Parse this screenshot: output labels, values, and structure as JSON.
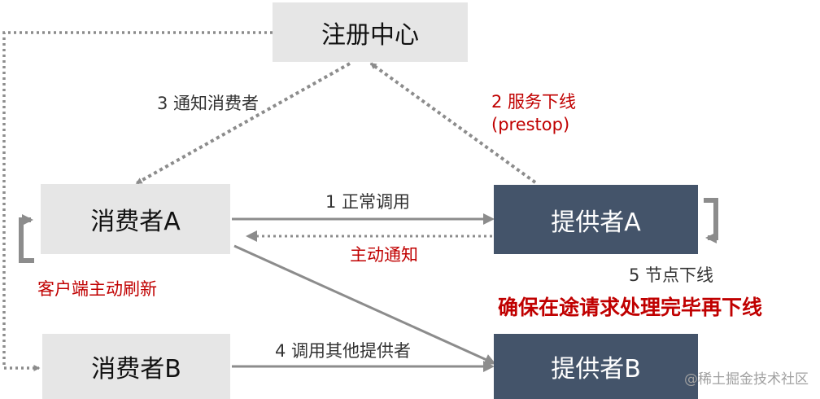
{
  "nodes": {
    "registry": "注册中心",
    "consumer_a": "消费者A",
    "consumer_b": "消费者B",
    "provider_a": "提供者A",
    "provider_b": "提供者B"
  },
  "edges": {
    "notify_consumer": "3 通知消费者",
    "service_offline": "2 服务下线",
    "service_offline_hint": "(prestop)",
    "normal_call": "1 正常调用",
    "active_notify": "主动通知",
    "client_refresh": "客户端主动刷新",
    "node_offline": "5 节点下线",
    "call_other_provider": "4 调用其他提供者",
    "ensure_requests_done": "确保在途请求处理完毕再下线"
  },
  "watermark": "@稀土掘金技术社区",
  "colors": {
    "light_box": "#e6e6e6",
    "dark_box": "#44546a",
    "arrow": "#8c8c8c",
    "red_text": "#c00000"
  }
}
